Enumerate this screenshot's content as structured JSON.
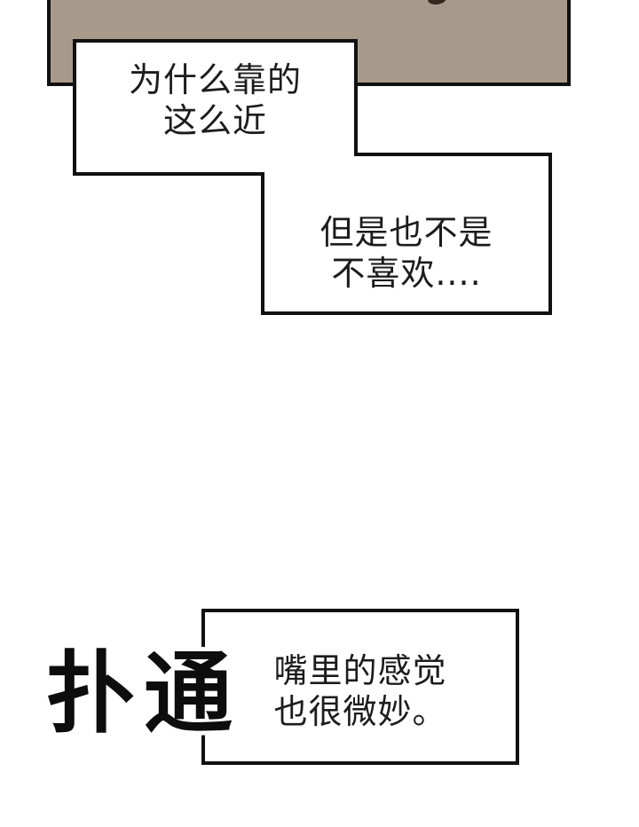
{
  "bubbles": {
    "bubble1": {
      "line1": "为什么靠的",
      "line2": "这么近"
    },
    "bubble2": {
      "line1": "但是也不是",
      "line2": "不喜欢...."
    },
    "bubble3": {
      "line1": "嘴里的感觉",
      "line2": "也很微妙。"
    }
  },
  "sfx": {
    "text": "扑通"
  },
  "colors": {
    "background": "#ffffff",
    "panel_fill": "#a89a8b",
    "outline": "#111111",
    "text_ink": "#1c1c1c"
  }
}
